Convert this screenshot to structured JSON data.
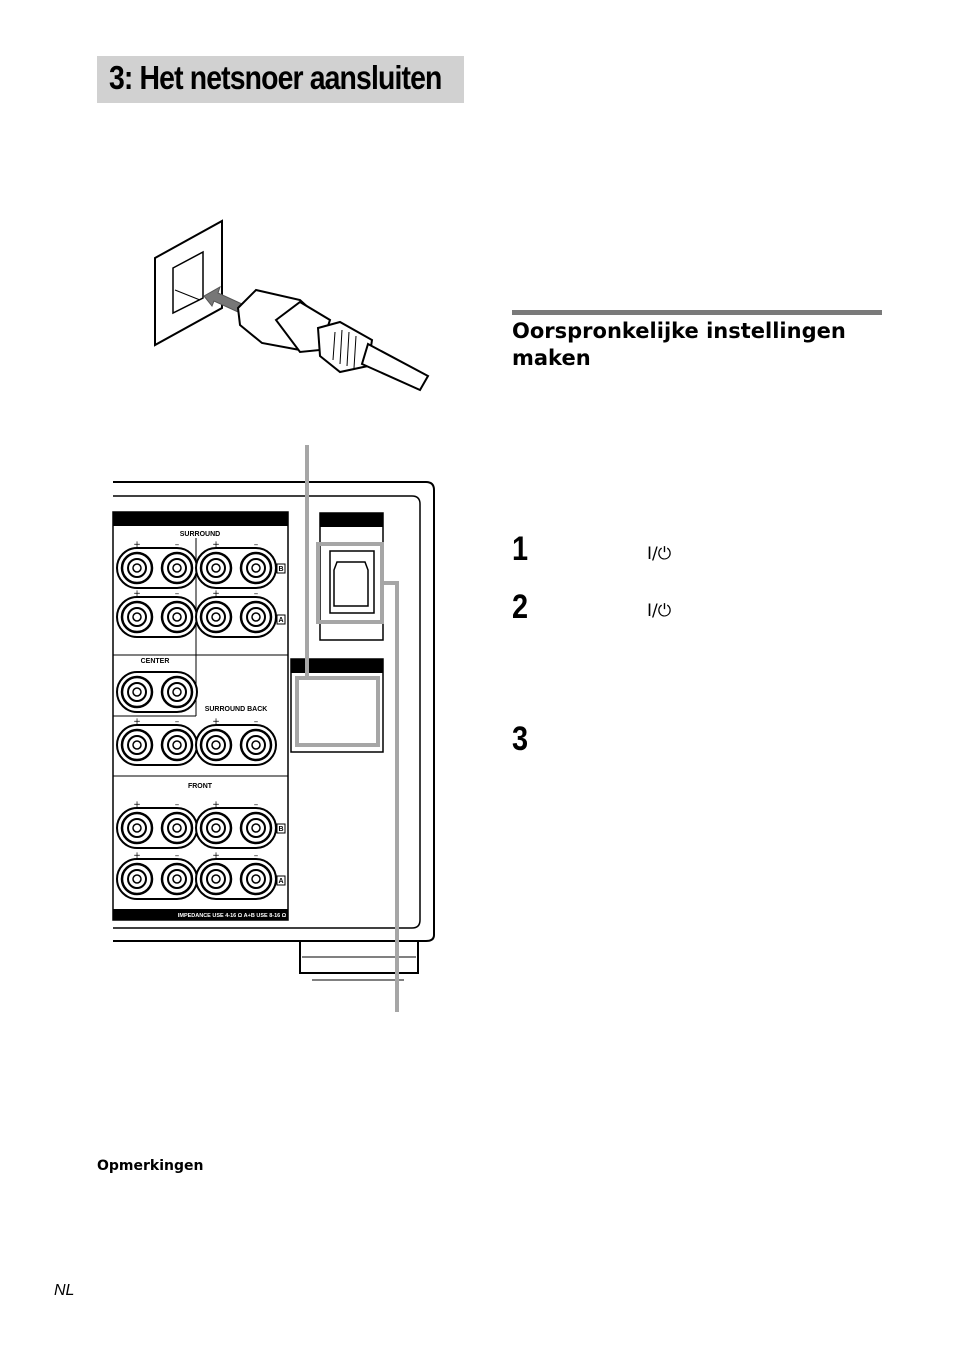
{
  "header": {
    "title": "3: Het netsnoer aansluiten"
  },
  "section": {
    "heading": "Oorspronkelijke instellingen maken"
  },
  "steps": [
    {
      "number": "1",
      "button_symbol": "I/⏻"
    },
    {
      "number": "2",
      "button_symbol": "I/⏻"
    },
    {
      "number": "3"
    }
  ],
  "illustration": {
    "panel_labels": {
      "surround": "SURROUND",
      "center": "CENTER",
      "surround_back": "SURROUND BACK",
      "front": "FRONT",
      "impedance": "IMPEDANCE USE 4-16 Ω   A+B USE 8-16 Ω",
      "plus": "+",
      "minus": "–",
      "a": "A",
      "b": "B"
    }
  },
  "notes": {
    "heading": "Opmerkingen"
  },
  "footer": {
    "language": "NL"
  },
  "colors": {
    "title_bg": "#d1d1d1",
    "rule": "#7a7a7a",
    "callout": "#a6a6a6"
  }
}
